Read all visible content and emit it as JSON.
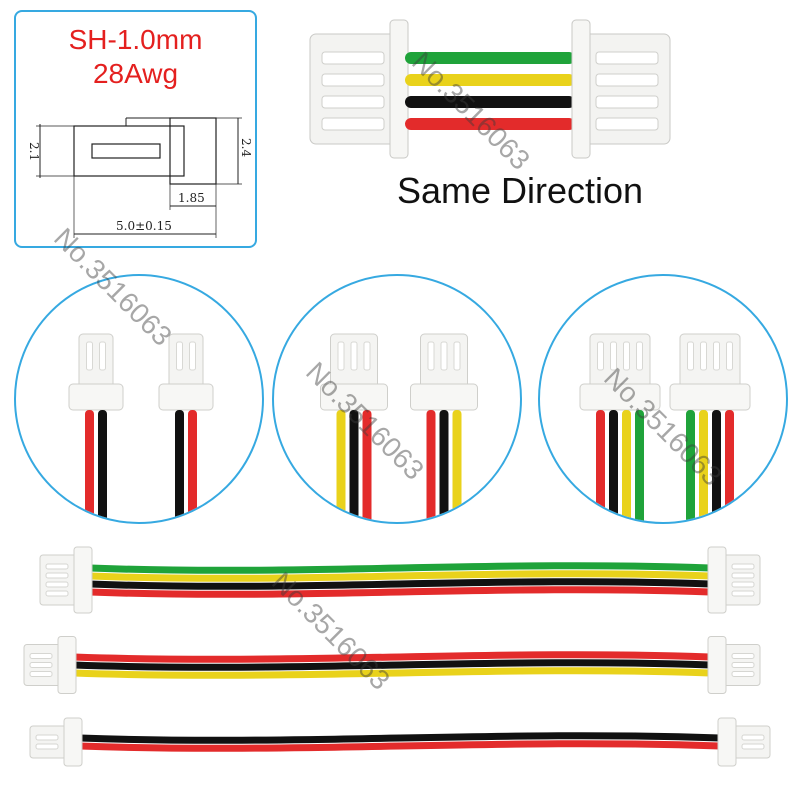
{
  "spec": {
    "model": "SH-1.0mm",
    "gauge": "28Awg",
    "dims": {
      "height_left": "2.1",
      "height_right": "2.4",
      "inner_width": "1.85",
      "total_length": "5.0±0.15"
    }
  },
  "hero": {
    "caption": "Same Direction",
    "wire_colors": [
      "#1fa33a",
      "#e9d21b",
      "#111111",
      "#e32b2b"
    ]
  },
  "circles": [
    {
      "pins": 2,
      "wire_colors": [
        "#e32b2b",
        "#111111"
      ]
    },
    {
      "pins": 3,
      "wire_colors": [
        "#e9d21b",
        "#111111",
        "#e32b2b"
      ]
    },
    {
      "pins": 4,
      "wire_colors": [
        "#e32b2b",
        "#111111",
        "#e9d21b",
        "#1fa33a"
      ]
    }
  ],
  "cables": [
    {
      "pins": 4,
      "wire_colors": [
        "#1fa33a",
        "#e9d21b",
        "#111111",
        "#e32b2b"
      ]
    },
    {
      "pins": 3,
      "wire_colors": [
        "#e32b2b",
        "#111111",
        "#e9d21b"
      ]
    },
    {
      "pins": 2,
      "wire_colors": [
        "#111111",
        "#e32b2b"
      ]
    }
  ],
  "watermark": "No.3516063",
  "colors": {
    "accent": "#36a9e1",
    "title_red": "#e4201f"
  }
}
